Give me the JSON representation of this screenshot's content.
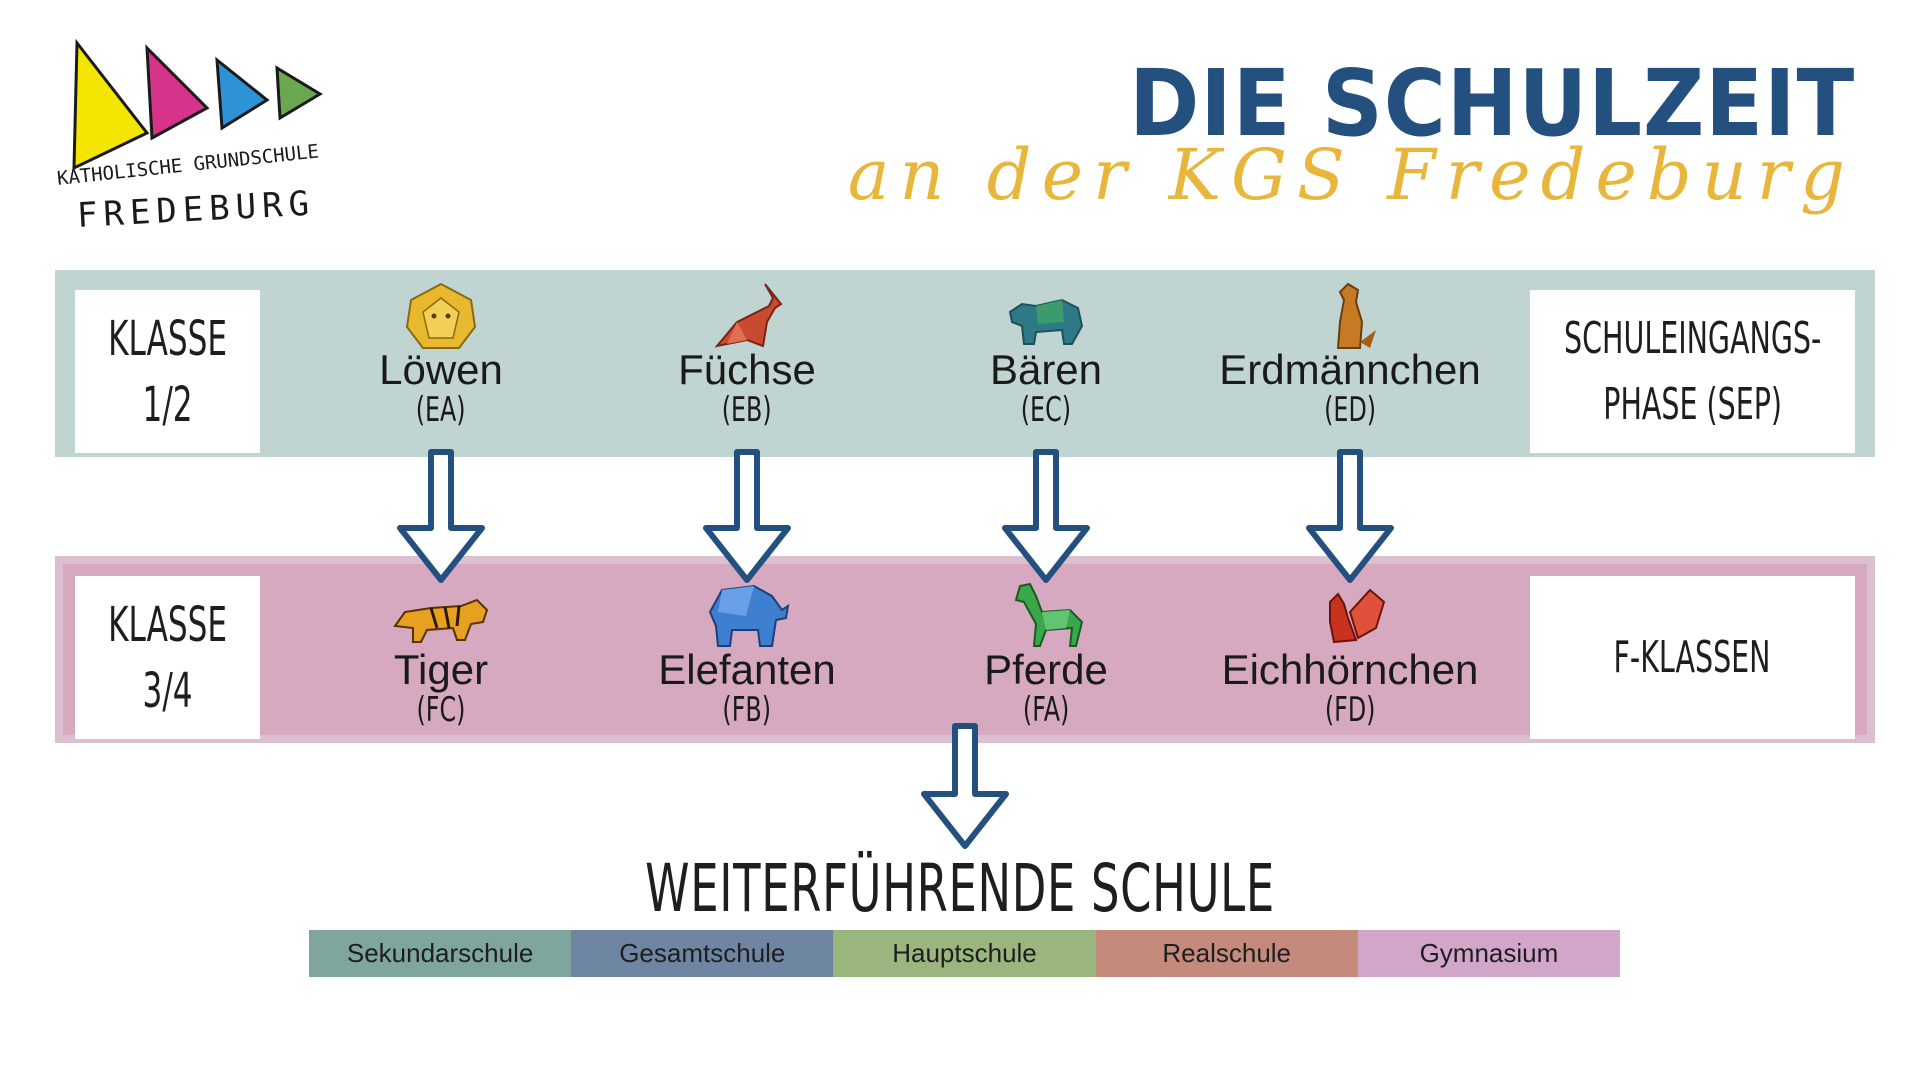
{
  "logo": {
    "line1": "KATHOLISCHE GRUNDSCHULE",
    "line2": "FREDEBURG",
    "colors": [
      "#f3e500",
      "#d6338a",
      "#2e93d6",
      "#6aa84f"
    ]
  },
  "header": {
    "title": "DIE SCHULZEIT",
    "subtitle": "an der KGS Fredeburg",
    "title_color": "#23507e",
    "subtitle_color": "#e8b63a"
  },
  "row1": {
    "label": "KLASSE\n1/2",
    "side": "SCHULEINGANGS-\nPHASE (SEP)",
    "color": "#c0d5d2",
    "groups": [
      {
        "name": "Löwen",
        "code": "(EA)",
        "icon": "lion-icon"
      },
      {
        "name": "Füchse",
        "code": "(EB)",
        "icon": "fox-icon"
      },
      {
        "name": "Bären",
        "code": "(EC)",
        "icon": "bear-icon"
      },
      {
        "name": "Erdmännchen",
        "code": "(ED)",
        "icon": "meerkat-icon"
      }
    ]
  },
  "row2": {
    "label": "KLASSE\n3/4",
    "side": "F-KLASSEN",
    "color": "#d6a9c1",
    "groups": [
      {
        "name": "Tiger",
        "code": "(FC)",
        "icon": "tiger-icon"
      },
      {
        "name": "Elefanten",
        "code": "(FB)",
        "icon": "elephant-icon"
      },
      {
        "name": "Pferde",
        "code": "(FA)",
        "icon": "horse-icon"
      },
      {
        "name": "Eichhörnchen",
        "code": "(FD)",
        "icon": "squirrel-icon"
      }
    ]
  },
  "final": {
    "title": "WEITERFÜHRENDE SCHULE",
    "schools": [
      {
        "name": "Sekundarschule",
        "color": "#7fa59f"
      },
      {
        "name": "Gesamtschule",
        "color": "#6f86a3"
      },
      {
        "name": "Hauptschule",
        "color": "#9ab57e"
      },
      {
        "name": "Realschule",
        "color": "#c48a7b"
      },
      {
        "name": "Gymnasium",
        "color": "#d1a6c8"
      }
    ]
  }
}
